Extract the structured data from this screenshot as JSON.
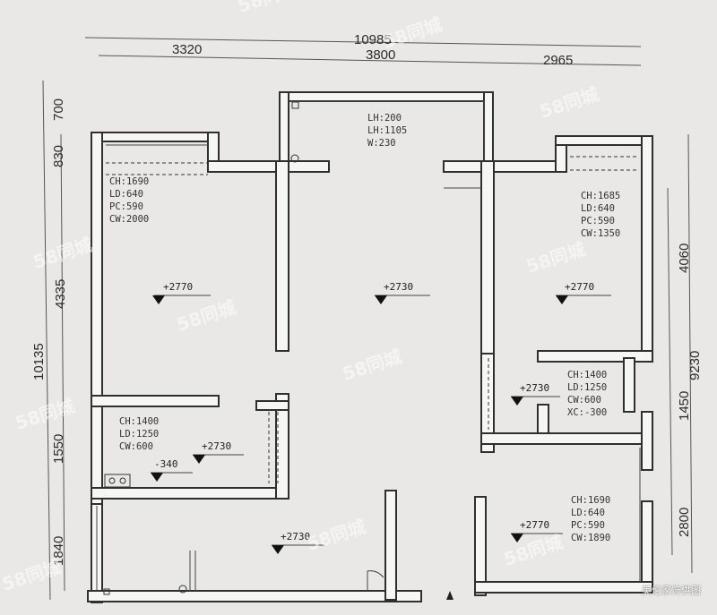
{
  "dimensions": {
    "top_total": "10985",
    "top_left": "3320",
    "top_middle": "3800",
    "top_right": "2965",
    "left_700": "700",
    "left_830": "830",
    "left_4335": "4335",
    "left_10135": "10135",
    "left_1550": "1550",
    "left_1840": "1840",
    "right_4060": "4060",
    "right_9230": "9230",
    "right_1450": "1450",
    "right_2800": "2800"
  },
  "notes": {
    "center_top": [
      "LH:200",
      "LH:1105",
      "W:230"
    ],
    "left_room": [
      "CH:1690",
      "LD:640",
      "PC:590",
      "CW:2000"
    ],
    "right_room": [
      "CH:1685",
      "LD:640",
      "PC:590",
      "CW:1350"
    ],
    "kitchen": [
      "CH:1400",
      "LD:1250",
      "CW:600"
    ],
    "bath": [
      "CH:1400",
      "LD:1250",
      "CW:600",
      "XC:-300"
    ],
    "lower_right": [
      "CH:1690",
      "LD:640",
      "PC:590",
      "CW:1890"
    ]
  },
  "levels": {
    "left_room": "+2770",
    "center": "+2730",
    "right_room": "+2770",
    "bath": "+2730",
    "kitchen": "+2730",
    "kitchen_drop": "-340",
    "bottom_center": "+2730",
    "lower_right": "+2770"
  },
  "watermark": "58同城",
  "credit": "美伦家饰供图"
}
